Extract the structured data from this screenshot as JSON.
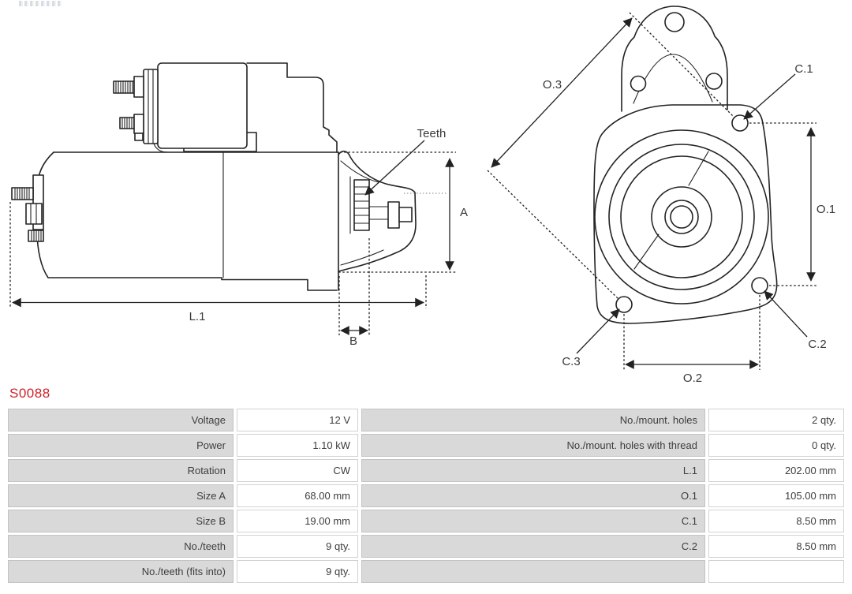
{
  "part_number": "S0088",
  "accent_red": "#cf2128",
  "drawings": {
    "side_view": {
      "labels": {
        "teeth": "Teeth",
        "a": "A",
        "l1": "L.1",
        "b": "B"
      }
    },
    "front_view": {
      "labels": {
        "o3": "O.3",
        "o1": "O.1",
        "o2": "O.2",
        "c1": "C.1",
        "c2": "C.2",
        "c3": "C.3"
      }
    }
  },
  "table": {
    "rows": [
      {
        "label": "Voltage",
        "value": "12 V",
        "label2": "No./mount. holes",
        "value2": "2 qty."
      },
      {
        "label": "Power",
        "value": "1.10 kW",
        "label2": "No./mount. holes with thread",
        "value2": "0 qty."
      },
      {
        "label": "Rotation",
        "value": "CW",
        "label2": "L.1",
        "value2": "202.00 mm"
      },
      {
        "label": "Size A",
        "value": "68.00 mm",
        "label2": "O.1",
        "value2": "105.00 mm"
      },
      {
        "label": "Size B",
        "value": "19.00 mm",
        "label2": "C.1",
        "value2": "8.50 mm"
      },
      {
        "label": "No./teeth",
        "value": "9 qty.",
        "label2": "C.2",
        "value2": "8.50 mm"
      },
      {
        "label": "No./teeth (fits into)",
        "value": "9 qty.",
        "label2": "",
        "value2": ""
      }
    ]
  }
}
